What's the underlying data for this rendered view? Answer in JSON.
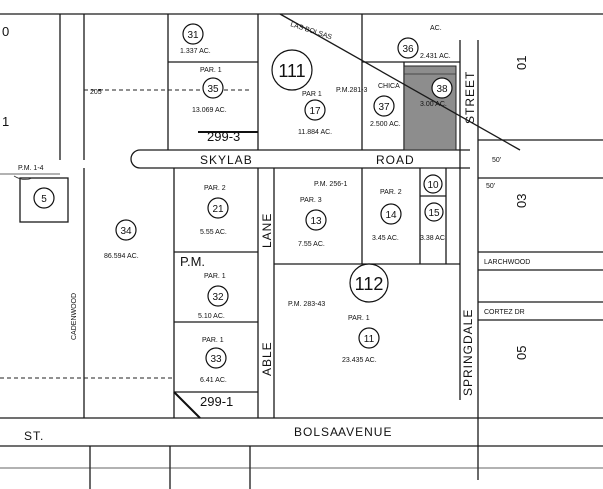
{
  "pages": {
    "left_top": "0",
    "top_right": "01",
    "right_mid": "03",
    "right_low": "05"
  },
  "map_books": {
    "b111": "111",
    "b112": "112",
    "b299_3": "299-3",
    "b299_1": "299-1"
  },
  "parcel_maps": {
    "pm_1_4": "P.M. 1-4",
    "pm_281_3": "P.M.281-3",
    "pm_256_1": "P.M. 256-1",
    "pm_283_43": "P.M. 283-43",
    "pm_label": "P.M."
  },
  "streets": {
    "skylab": "SKYLAB",
    "road": "ROAD",
    "street": "STREET",
    "lane": "LANE",
    "able": "ABLE",
    "bolsa": "BOLSA",
    "avenue": "AVENUE",
    "larchwood": "LARCHWOOD",
    "cortez": "CORTEZ DR",
    "springdale": "SPRINGDALE",
    "las_bolsas": "LAS BOLSAS",
    "chica": "CHICA",
    "st": "ST.",
    "cadenwood": "CADENWOOD"
  },
  "parcels": [
    {
      "num": "31",
      "par": "",
      "area": "1.337 AC."
    },
    {
      "num": "35",
      "par": "PAR. 1",
      "area": "13.069 AC."
    },
    {
      "num": "17",
      "par": "PAR 1",
      "area": "11.884 AC."
    },
    {
      "num": "36",
      "par": "",
      "area": "2.431 AC."
    },
    {
      "num": "37",
      "par": "",
      "area": "2.500 AC."
    },
    {
      "num": "38",
      "par": "",
      "area": "3.00 AC."
    },
    {
      "num": "5",
      "par": "",
      "area": ""
    },
    {
      "num": "34",
      "par": "",
      "area": "86.594 AC."
    },
    {
      "num": "21",
      "par": "PAR. 2",
      "area": "5.55 AC."
    },
    {
      "num": "13",
      "par": "PAR. 3",
      "area": "7.55 AC."
    },
    {
      "num": "14",
      "par": "PAR. 2",
      "area": "3.45 AC."
    },
    {
      "num": "10",
      "par": "",
      "area": ""
    },
    {
      "num": "15",
      "par": "",
      "area": "3.38 AC."
    },
    {
      "num": "32",
      "par": "PAR. 1",
      "area": "5.10 AC."
    },
    {
      "num": "11",
      "par": "PAR. 1",
      "area": "23.435 AC."
    },
    {
      "num": "33",
      "par": "PAR. 1",
      "area": "6.41 AC."
    }
  ],
  "edge_labels": {
    "left_one": "1",
    "ac_tag": "AC.",
    "dim_50a": "50'",
    "dim_50b": "50'",
    "dim_205": "205'"
  }
}
